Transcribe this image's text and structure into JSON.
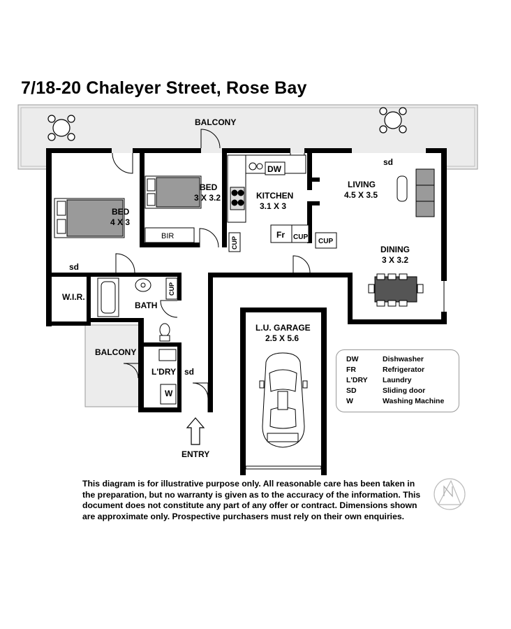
{
  "title": "7/18-20 Chaleyer Street, Rose Bay",
  "rooms": {
    "balcony_top": "BALCONY",
    "bed1_name": "BED",
    "bed1_dims": "4 X 3",
    "bed2_name": "BED",
    "bed2_dims": "3 X 3.2",
    "bir": "BIR",
    "kitchen_name": "KITCHEN",
    "kitchen_dims": "3.1 X 3",
    "dw": "DW",
    "fr": "Fr",
    "cup_kitchen": "CUP",
    "cup_hall": "CUP",
    "cup_living": "CUP",
    "cup_bath": "CUP",
    "living_name": "LIVING",
    "living_dims": "4.5 X 3.5",
    "dining_name": "DINING",
    "dining_dims": "3 X 3.2",
    "sd_living": "sd",
    "sd_bed": "sd",
    "sd_ldry": "sd",
    "wir": "W.I.R.",
    "bath": "BATH",
    "balcony_side": "BALCONY",
    "ldry": "L'DRY",
    "w": "W",
    "garage_name": "L.U. GARAGE",
    "garage_dims": "2.5 X 5.6",
    "entry": "ENTRY"
  },
  "legend": [
    {
      "key": "DW",
      "value": "Dishwasher"
    },
    {
      "key": "FR",
      "value": "Refrigerator"
    },
    {
      "key": "L'DRY",
      "value": "Laundry"
    },
    {
      "key": "SD",
      "value": "Sliding door"
    },
    {
      "key": "W",
      "value": "Washing Machine"
    }
  ],
  "disclaimer": "This diagram is for illustrative purpose only. All reasonable care has been taken in the preparation, but no warranty is given as to the accuracy of the information. This document does not constitute any part of any offer or contract. Dimensions shown are approximate only. Prospective purchasers must rely on their own enquiries."
}
